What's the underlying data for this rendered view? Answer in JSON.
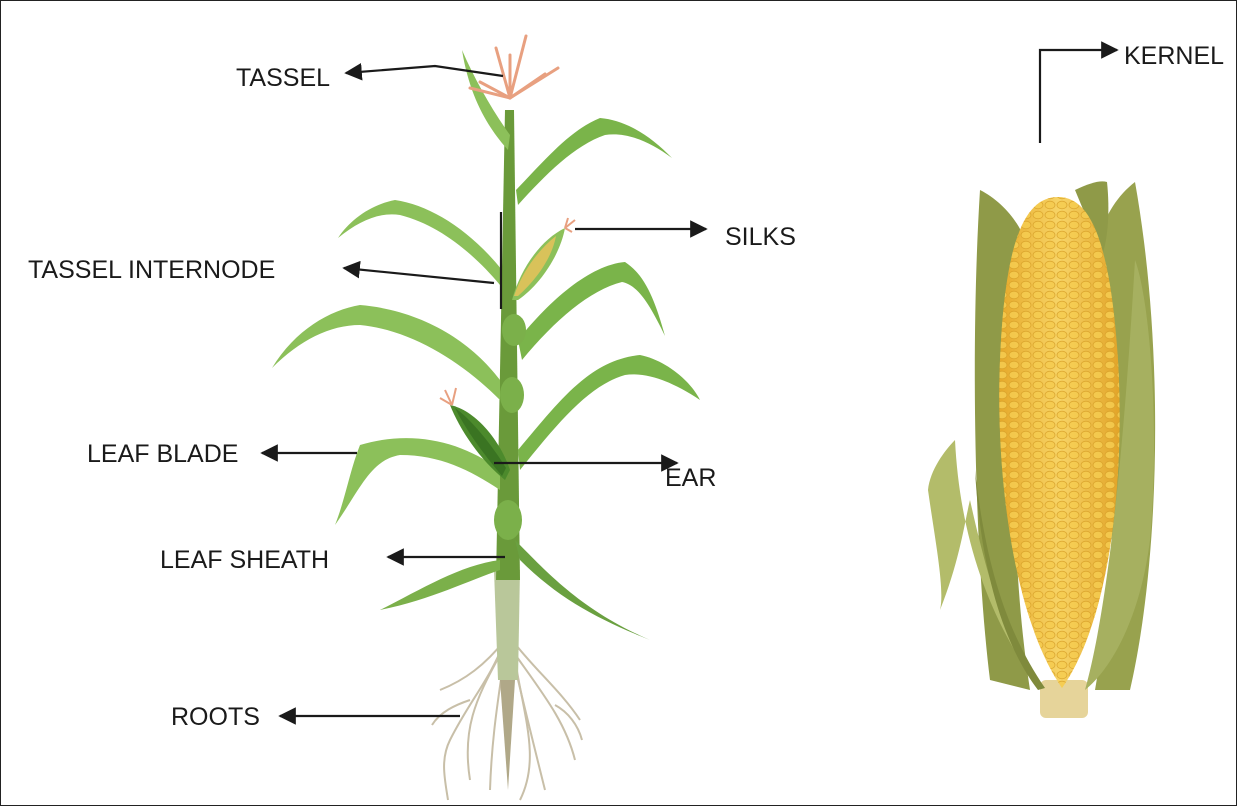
{
  "labels": {
    "tassel": "TASSEL",
    "tassel_internode": "TASSEL INTERNODE",
    "silks": "SILKS",
    "leaf_blade": "LEAF BLADE",
    "ear": "EAR",
    "leaf_sheath": "LEAF SHEATH",
    "roots": "ROOTS",
    "kernel": "KERNEL"
  },
  "colors": {
    "stem": "#6a9a3a",
    "leaf_light": "#8cc05a",
    "leaf_dark": "#5a8f2e",
    "tassel": "#e8a080",
    "husk": "#a6b060",
    "husk_dark": "#7f8a3c",
    "kernel": "#f0c040",
    "roots": "#c8bfa8",
    "arrow": "#1a1a1a"
  }
}
